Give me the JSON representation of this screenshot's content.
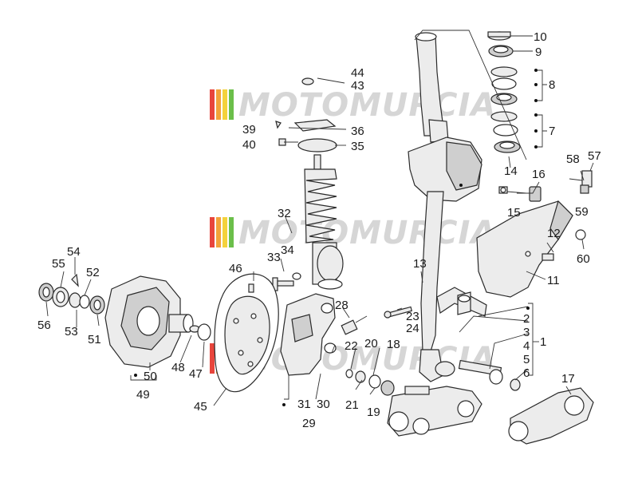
{
  "watermark": {
    "text": "MOTOMURCIA",
    "colors": {
      "red": "#e8453c",
      "orange": "#f2a33a",
      "yellow": "#f4d23c",
      "green": "#6bbf4a",
      "text": "#d6d6d6"
    }
  },
  "callouts": [
    {
      "id": "c1",
      "text": "1"
    },
    {
      "id": "c2",
      "text": "2"
    },
    {
      "id": "c3",
      "text": "3"
    },
    {
      "id": "c4",
      "text": "4"
    },
    {
      "id": "c5",
      "text": "5"
    },
    {
      "id": "c6",
      "text": "6"
    },
    {
      "id": "c7",
      "text": "7"
    },
    {
      "id": "c8",
      "text": "8"
    },
    {
      "id": "c9",
      "text": "9"
    },
    {
      "id": "c10",
      "text": "10"
    },
    {
      "id": "c11",
      "text": "11"
    },
    {
      "id": "c12",
      "text": "12"
    },
    {
      "id": "c13",
      "text": "13"
    },
    {
      "id": "c14",
      "text": "14"
    },
    {
      "id": "c15",
      "text": "15"
    },
    {
      "id": "c16",
      "text": "16"
    },
    {
      "id": "c17",
      "text": "17"
    },
    {
      "id": "c18",
      "text": "18"
    },
    {
      "id": "c19",
      "text": "19"
    },
    {
      "id": "c20",
      "text": "20"
    },
    {
      "id": "c21",
      "text": "21"
    },
    {
      "id": "c22",
      "text": "22"
    },
    {
      "id": "c23",
      "text": "23"
    },
    {
      "id": "c24",
      "text": "24"
    },
    {
      "id": "c28",
      "text": "28"
    },
    {
      "id": "c29",
      "text": "29"
    },
    {
      "id": "c30",
      "text": "30"
    },
    {
      "id": "c31",
      "text": "31"
    },
    {
      "id": "c32",
      "text": "32"
    },
    {
      "id": "c33",
      "text": "33"
    },
    {
      "id": "c34",
      "text": "34"
    },
    {
      "id": "c35",
      "text": "35"
    },
    {
      "id": "c36",
      "text": "36"
    },
    {
      "id": "c39",
      "text": "39"
    },
    {
      "id": "c40",
      "text": "40"
    },
    {
      "id": "c43",
      "text": "43"
    },
    {
      "id": "c44",
      "text": "44"
    },
    {
      "id": "c45",
      "text": "45"
    },
    {
      "id": "c46",
      "text": "46"
    },
    {
      "id": "c47",
      "text": "47"
    },
    {
      "id": "c48",
      "text": "48"
    },
    {
      "id": "c49",
      "text": "49"
    },
    {
      "id": "c50",
      "text": "50"
    },
    {
      "id": "c51",
      "text": "51"
    },
    {
      "id": "c52",
      "text": "52"
    },
    {
      "id": "c53",
      "text": "53"
    },
    {
      "id": "c54",
      "text": "54"
    },
    {
      "id": "c55",
      "text": "55"
    },
    {
      "id": "c56",
      "text": "56"
    },
    {
      "id": "c57",
      "text": "57"
    },
    {
      "id": "c58",
      "text": "58"
    },
    {
      "id": "c59",
      "text": "59"
    },
    {
      "id": "c60",
      "text": "60"
    }
  ]
}
